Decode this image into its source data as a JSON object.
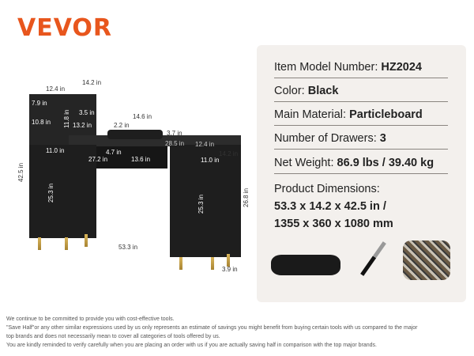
{
  "brand": "VEVOR",
  "specs": {
    "model_label": "Item Model Number:",
    "model": "HZ2024",
    "color_label": "Color:",
    "color": "Black",
    "material_label": "Main Material:",
    "material": "Particleboard",
    "drawers_label": "Number of Drawers:",
    "drawers": "3",
    "weight_label": "Net Weight:",
    "weight": "86.9 lbs / 39.40 kg",
    "dimensions_label": "Product Dimensions:",
    "dimensions_in": "53.3 x 14.2 x 42.5 in /",
    "dimensions_mm": "1355 x 360 x 1080 mm"
  },
  "dimensions": [
    "12.4 in",
    "14.2 in",
    "7.9 in",
    "3.5 in",
    "10.8 in",
    "11.8 in",
    "13.2 in",
    "14.6 in",
    "2.2 in",
    "3.7 in",
    "28.5 in",
    "12.4 in",
    "14.2 in",
    "11.0 in",
    "4.7 in",
    "27.2 in",
    "13.6 in",
    "11.0 in",
    "42.5 in",
    "25.3 in",
    "25.3 in",
    "26.8 in",
    "53.3 in",
    "3.9 in"
  ],
  "disclaimer": [
    "We continue to be committed to provide you with cost-effective tools.",
    "\"Save Half\"or any other similar expressions used by us only represents an estimate of savings you might benefit from buying certain tools with us compared to the major",
    "top brands and does not necessarily mean to cover all categories of tools offered by us.",
    "You are kindly reminded to verify carefully when you are placing an order with us if you are actually saving half in comparison with the top major brands."
  ],
  "colors": {
    "brand": "#e8561d",
    "panel": "#f3f0ed"
  }
}
